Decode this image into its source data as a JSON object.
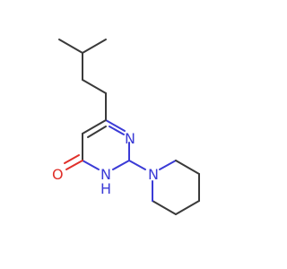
{
  "molecule": {
    "atoms": {
      "n_top": "N",
      "n_ring": "NH_N",
      "n_piperidine": "N",
      "h_label": "H",
      "o_label": "O"
    },
    "colors": {
      "carbon_bond": "#3a3a3a",
      "nitrogen": "#3b3bd6",
      "oxygen": "#e0302a",
      "background": "#ffffff"
    }
  },
  "labels": {
    "n1": "N",
    "n3": "N",
    "n_pip": "N",
    "h": "H",
    "o": "O"
  }
}
